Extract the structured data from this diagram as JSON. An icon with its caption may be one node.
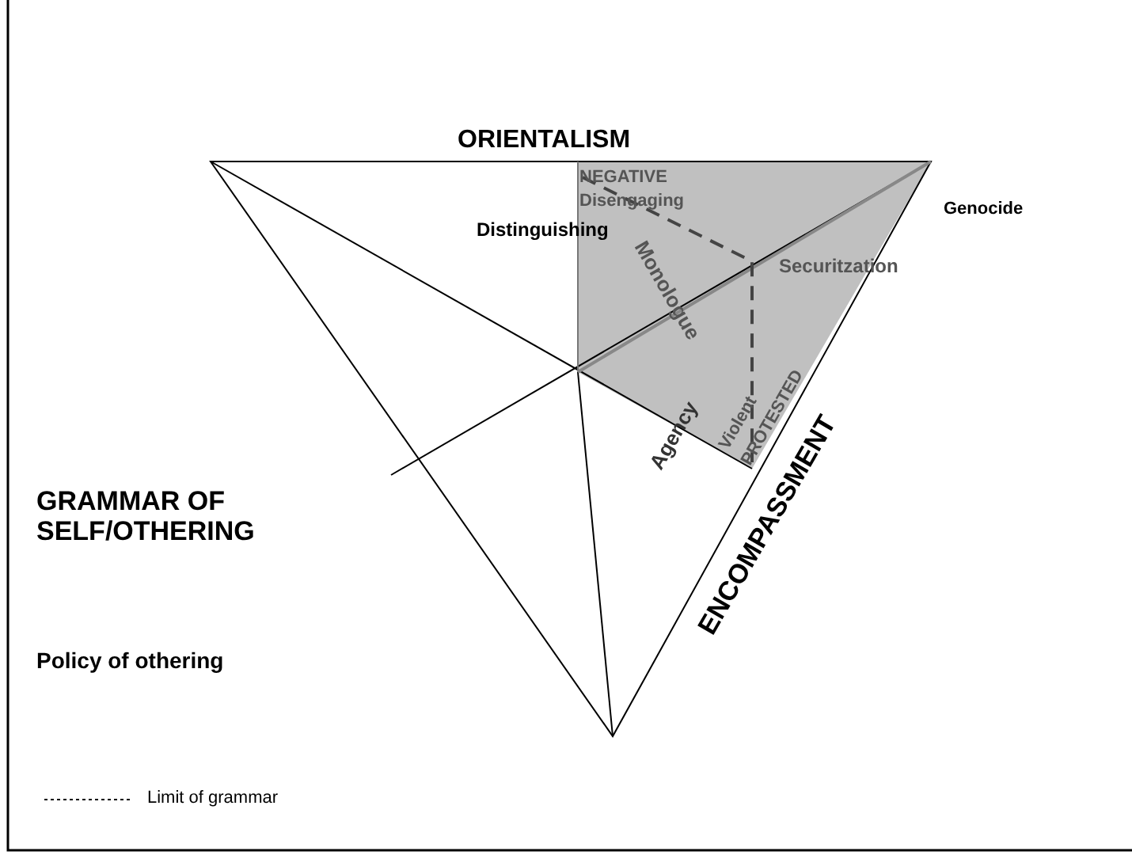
{
  "diagram": {
    "title": "GRAMMAR OF SELF/OTHERING",
    "labels": [
      "ORIENTALISM",
      "NEGATIVE",
      "Genocide",
      "Disengaging",
      "Distinguishing",
      "Securitzation",
      "Monologue",
      "ENCOMPASSMENT",
      "Violent",
      "PROTESTED",
      "Agency",
      "Policy of othering"
    ],
    "legend": [
      {
        "text": "Limit of grammar"
      }
    ]
  }
}
